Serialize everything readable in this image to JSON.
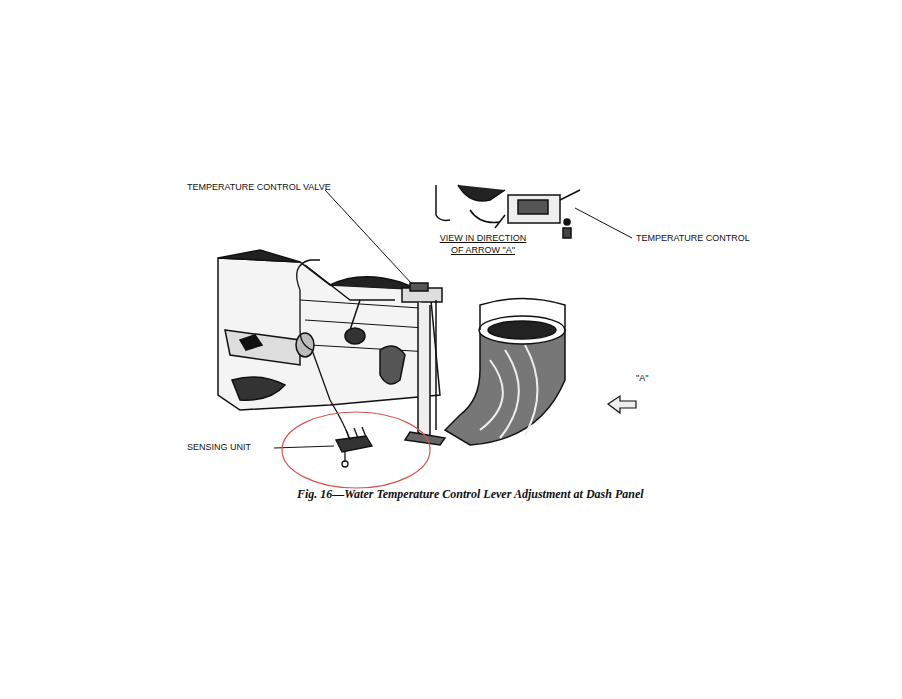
{
  "diagram": {
    "caption": "Fig. 16—Water Temperature Control Lever Adjustment at Dash Panel",
    "labels": [
      "TEMPERATURE CONTROL VALVE",
      "VIEW IN DIRECTION OF ARROW \"A\"",
      "TEMPERATURE CONTROL",
      "\"A\"",
      "SENSING UNIT"
    ]
  }
}
